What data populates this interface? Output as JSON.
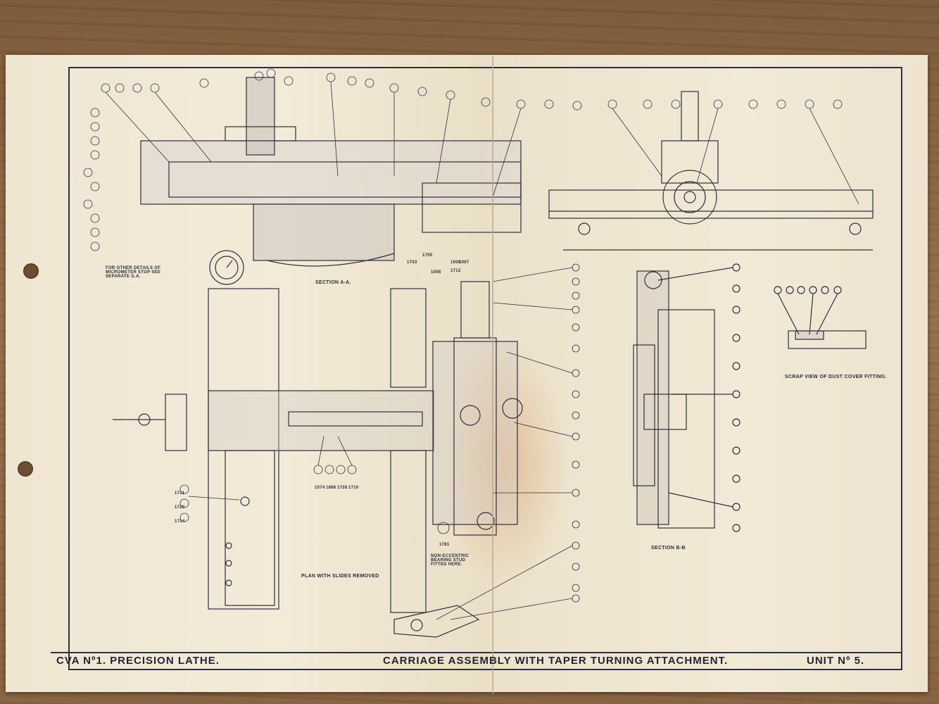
{
  "title_block": {
    "left": "CVA Nº1. PRECISION LATHE.",
    "center": "CARRIAGE ASSEMBLY WITH TAPER TURNING ATTACHMENT.",
    "right": "UNIT Nº 5."
  },
  "views": {
    "section_aa": "SECTION A-A.",
    "section_bb": "SECTION B-B",
    "plan": "PLAN WITH SLIDES REMOVED",
    "scrap_view": "SCRAP VIEW OF DUST COVER FITTING."
  },
  "notes": {
    "micrometer": "FOR OTHER DETAILS OF MICROMETER STOP SEE SEPARATE G.A.",
    "eccentric": "NON-ECCENTRIC BEARING STUD FITTED HERE."
  },
  "callouts_visible": [
    "1574",
    "1886",
    "1728",
    "1710",
    "1711",
    "1720",
    "1714",
    "1703",
    "1705",
    "1781",
    "1008",
    "1007",
    "1008",
    "1712"
  ],
  "colors": {
    "ink": "#2e2f3f",
    "paper": "#f0e7d4",
    "wood": "#8a6644"
  }
}
